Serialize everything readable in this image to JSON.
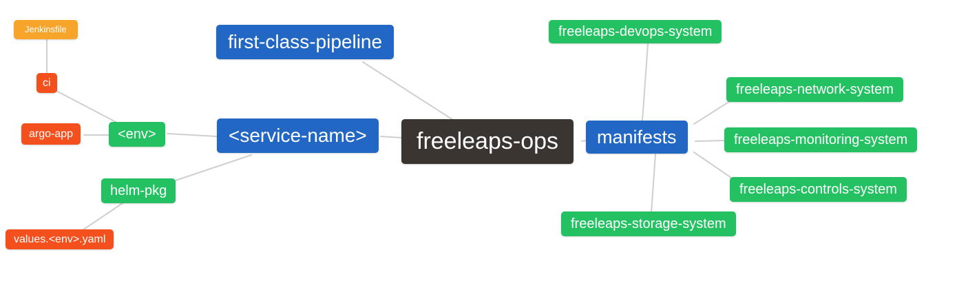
{
  "diagram": {
    "type": "mindmap",
    "root": "freeleaps-ops",
    "colors": {
      "orange": "#f7a42b",
      "red": "#f4501e",
      "green": "#23c162",
      "blue": "#2267c4",
      "dark": "#3a3531",
      "edge": "#cfcfcf",
      "text": "#ffffff",
      "background": "#ffffff"
    },
    "nodes": {
      "jenkinsfile": {
        "label": "Jenkinsfile",
        "color": "orange"
      },
      "ci": {
        "label": "ci",
        "color": "red"
      },
      "argo_app": {
        "label": "argo-app",
        "color": "red"
      },
      "env": {
        "label": "<env>",
        "color": "green"
      },
      "helm_pkg": {
        "label": "helm-pkg",
        "color": "green"
      },
      "values_env_yaml": {
        "label": "values.<env>.yaml",
        "color": "red"
      },
      "first_class_pipeline": {
        "label": "first-class-pipeline",
        "color": "blue"
      },
      "service_name": {
        "label": "<service-name>",
        "color": "blue"
      },
      "freeleaps_ops": {
        "label": "freeleaps-ops",
        "color": "dark"
      },
      "manifests": {
        "label": "manifests",
        "color": "blue"
      },
      "devops_system": {
        "label": "freeleaps-devops-system",
        "color": "green"
      },
      "network_system": {
        "label": "freeleaps-network-system",
        "color": "green"
      },
      "monitoring_system": {
        "label": "freeleaps-monitoring-system",
        "color": "green"
      },
      "controls_system": {
        "label": "freeleaps-controls-system",
        "color": "green"
      },
      "storage_system": {
        "label": "freeleaps-storage-system",
        "color": "green"
      }
    },
    "edges": [
      [
        "jenkinsfile",
        "ci"
      ],
      [
        "ci",
        "env"
      ],
      [
        "argo_app",
        "env"
      ],
      [
        "env",
        "service_name"
      ],
      [
        "service_name",
        "helm_pkg"
      ],
      [
        "helm_pkg",
        "values_env_yaml"
      ],
      [
        "first_class_pipeline",
        "freeleaps_ops"
      ],
      [
        "service_name",
        "freeleaps_ops"
      ],
      [
        "freeleaps_ops",
        "manifests"
      ],
      [
        "manifests",
        "devops_system"
      ],
      [
        "manifests",
        "network_system"
      ],
      [
        "manifests",
        "monitoring_system"
      ],
      [
        "manifests",
        "controls_system"
      ],
      [
        "manifests",
        "storage_system"
      ]
    ]
  }
}
